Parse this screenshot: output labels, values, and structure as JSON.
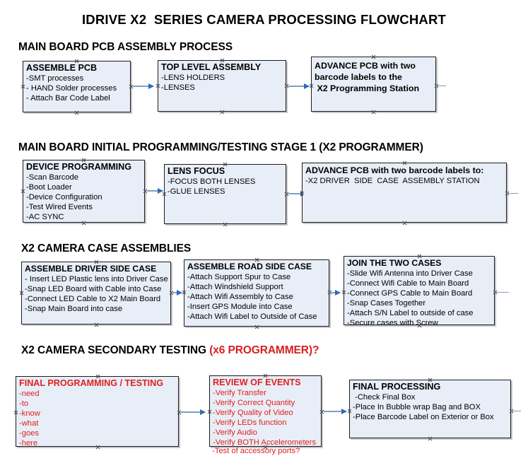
{
  "document": {
    "title": "IDRIVE X2  SERIES CAMERA PROCESSING FLOWCHART"
  },
  "colors": {
    "box_fill": "#e8eef7",
    "box_border": "#1c1c1c",
    "arrow": "#2f6ab5",
    "accent_red": "#e02020",
    "text": "#000000"
  },
  "sections": [
    {
      "heading": "MAIN BOARD PCB ASSEMBLY PROCESS",
      "heading_accent": "",
      "boxes": [
        {
          "title": "ASSEMBLE PCB",
          "lines": [
            "-SMT processes",
            "- HAND Solder processes",
            "- Attach Bar Code Label"
          ],
          "style": "black"
        },
        {
          "title": "TOP LEVEL ASSEMBLY",
          "lines": [
            "-LENS HOLDERS",
            "-LENSES"
          ],
          "style": "black"
        },
        {
          "title": "ADVANCE PCB with two",
          "lines": [
            "barcode labels to the",
            " X2 Programming Station"
          ],
          "style": "black-bold"
        }
      ]
    },
    {
      "heading": "MAIN BOARD INITIAL PROGRAMMING/TESTING STAGE 1 (X2 PROGRAMMER)",
      "heading_accent": "",
      "boxes": [
        {
          "title": "DEVICE PROGRAMMING",
          "lines": [
            "-Scan Barcode",
            "-Boot Loader",
            "-Device Configuration",
            "-Test Wired Events",
            "-AC SYNC"
          ],
          "style": "black"
        },
        {
          "title": "LENS FOCUS",
          "lines": [
            "-FOCUS BOTH LENSES",
            "-GLUE LENSES"
          ],
          "style": "black"
        },
        {
          "title": "ADVANCE PCB with two barcode labels to:",
          "lines": [
            "-X2 DRIVER  SIDE  CASE  ASSEMBLY STATION"
          ],
          "style": "black"
        }
      ]
    },
    {
      "heading": "X2 CAMERA CASE ASSEMBLIES",
      "heading_accent": "",
      "boxes": [
        {
          "title": "ASSEMBLE DRIVER SIDE CASE",
          "lines": [
            "- Insert LED Plastic lens into Driver Case",
            "-Snap LED Board with Cable into Case",
            "-Connect LED Cable to X2 Main Board",
            "-Snap Main Board into case"
          ],
          "style": "black"
        },
        {
          "title": "ASSEMBLE ROAD SIDE CASE",
          "lines": [
            "-Attach Support Spur to Case",
            "-Attach Windshield Support",
            "-Attach Wifi Assembly to Case",
            "-Insert GPS Module into Case",
            "-Attach Wifi Label to Outside of Case"
          ],
          "style": "black"
        },
        {
          "title": "JOIN THE TWO CASES",
          "lines": [
            "-Slide Wifi Antenna into Driver Case",
            "-Connect Wifi Cable to Main Board",
            "-Connect GPS Cable to Main Board",
            "-Snap Cases Together",
            "-Attach S/N Label to outside of case",
            "-Secure cases with Screw"
          ],
          "style": "black"
        }
      ]
    },
    {
      "heading": "X2 CAMERA SECONDARY TESTING ",
      "heading_accent": "(x6 PROGRAMMER)?",
      "boxes": [
        {
          "title": "FINAL PROGRAMMING / TESTING",
          "lines": [
            "-need",
            "-to",
            "-know",
            "-what",
            "-goes",
            "-here"
          ],
          "style": "red"
        },
        {
          "title": "REVIEW OF EVENTS",
          "lines": [
            "-Verify Transfer",
            "-Verify Correct Quantity",
            "-Verify Quality of Video",
            "-Verify LEDs function",
            "-Verify Audio",
            "-Verify BOTH Accelerometers"
          ],
          "overflow_line": "-Test of accessory ports?",
          "style": "red"
        },
        {
          "title": "FINAL PROCESSING",
          "lines": [
            " -Check Final Box",
            "-Place In Bubble wrap Bag and BOX",
            "-Place Barcode Label on Exterior or Box"
          ],
          "style": "black"
        }
      ]
    }
  ]
}
